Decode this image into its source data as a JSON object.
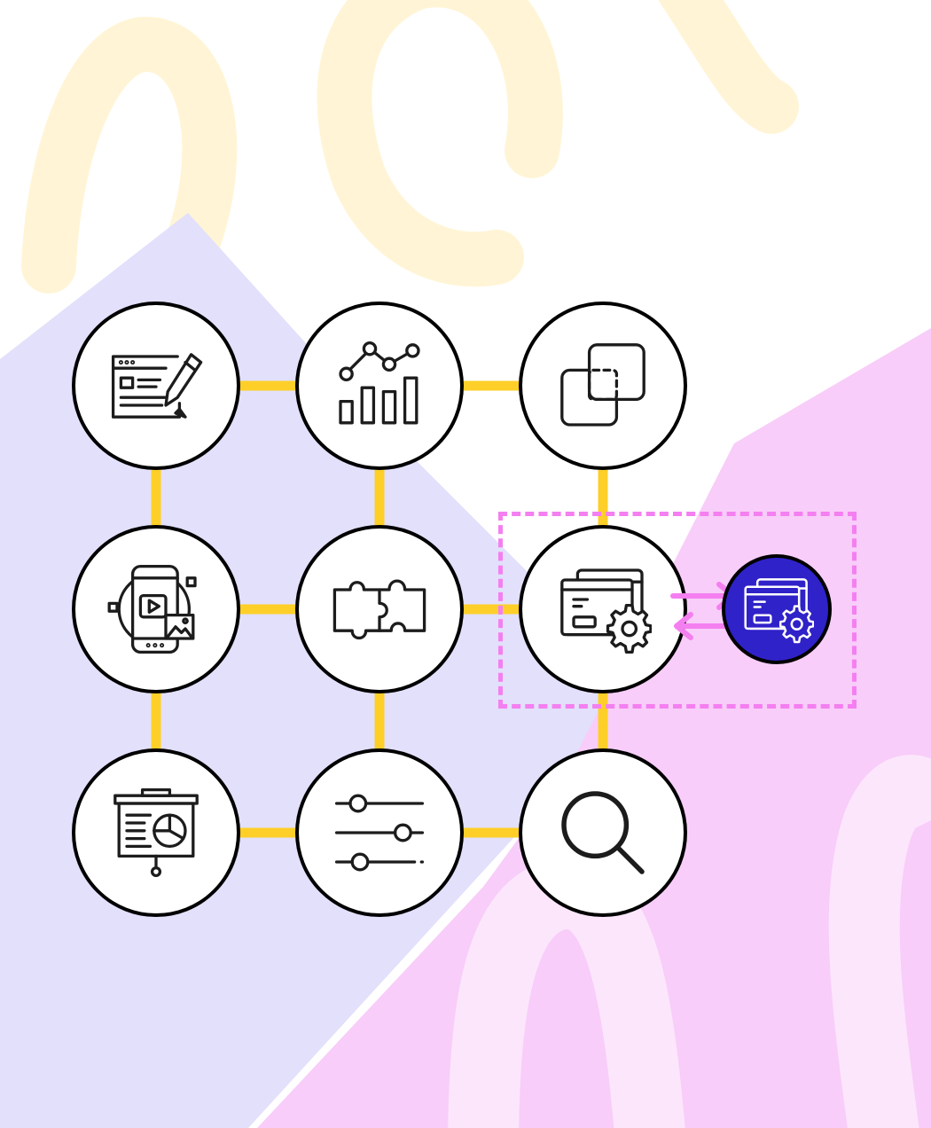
{
  "colors": {
    "background": "#ffffff",
    "lavender_shape": "#e2e0fb",
    "pink_shape": "#f8cdf9",
    "light_pink_loop": "#fce6fc",
    "yellow_loop": "#fff5d6",
    "connector": "#fdcf28",
    "node_fill": "#ffffff",
    "node_stroke": "#000000",
    "accent_node": "#3022c9",
    "selection_dash": "#f47ff0",
    "swap_arrows": "#f47ff0"
  },
  "diagram": {
    "type": "icon-grid-network",
    "rows": 3,
    "columns": 3,
    "nodes": [
      {
        "id": "n1",
        "icon": "web-design-pencil-icon"
      },
      {
        "id": "n2",
        "icon": "analytics-chart-icon"
      },
      {
        "id": "n3",
        "icon": "overlap-squares-icon"
      },
      {
        "id": "n4",
        "icon": "mobile-video-icon"
      },
      {
        "id": "n5",
        "icon": "puzzle-icon"
      },
      {
        "id": "n6",
        "icon": "browser-settings-icon"
      },
      {
        "id": "n7",
        "icon": "presentation-board-icon"
      },
      {
        "id": "n8",
        "icon": "sliders-icon"
      },
      {
        "id": "n9",
        "icon": "search-icon"
      }
    ],
    "edges": [
      [
        "n1",
        "n2"
      ],
      [
        "n2",
        "n3"
      ],
      [
        "n4",
        "n5"
      ],
      [
        "n5",
        "n6"
      ],
      [
        "n7",
        "n8"
      ],
      [
        "n8",
        "n9"
      ],
      [
        "n1",
        "n4"
      ],
      [
        "n4",
        "n7"
      ],
      [
        "n2",
        "n5"
      ],
      [
        "n5",
        "n8"
      ],
      [
        "n3",
        "n6"
      ],
      [
        "n6",
        "n9"
      ]
    ],
    "highlight": {
      "selected_node": "n6",
      "swap_icon": "swap-arrows-icon",
      "replacement_node": {
        "icon": "browser-settings-icon",
        "style": "filled accent"
      }
    }
  }
}
